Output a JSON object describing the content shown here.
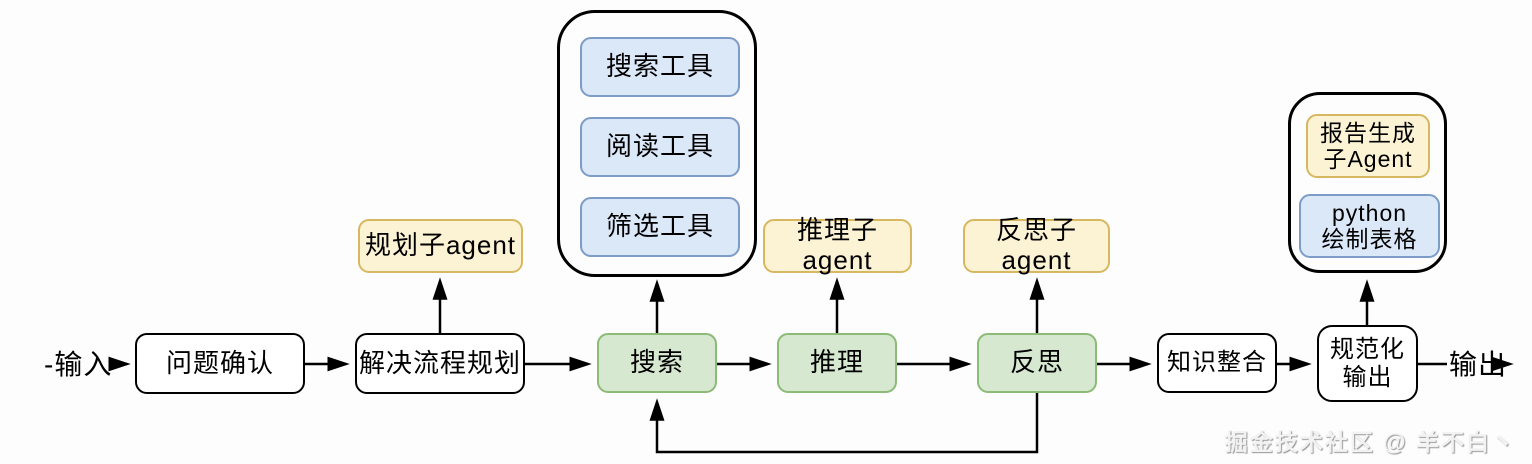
{
  "flow": {
    "input_label": "-输入",
    "output_label": "输出",
    "problem_confirm": "问题确认",
    "process_planning": "解决流程规划",
    "search": "搜索",
    "reasoning": "推理",
    "reflection": "反思",
    "knowledge_integration": "知识整合",
    "normalized_output": "规范化\n输出"
  },
  "agents": {
    "planning": "规划子agent",
    "reasoning": "推理子agent",
    "reflection": "反思子agent",
    "report_generation": "报告生成\n子Agent",
    "python_table": "python\n绘制表格"
  },
  "tools": [
    "搜索工具",
    "阅读工具",
    "筛选工具"
  ],
  "watermark": "掘金技术社区 @ 羊不白丶",
  "colors": {
    "background": "#fdfdfd",
    "node_border": "#000000",
    "yellow_fill": "#fcf3d4",
    "yellow_border": "#d7b861",
    "green_fill": "#d7e8d0",
    "green_border": "#8cba77",
    "blue_fill": "#dbe8f8",
    "blue_border": "#7d9cc8"
  }
}
